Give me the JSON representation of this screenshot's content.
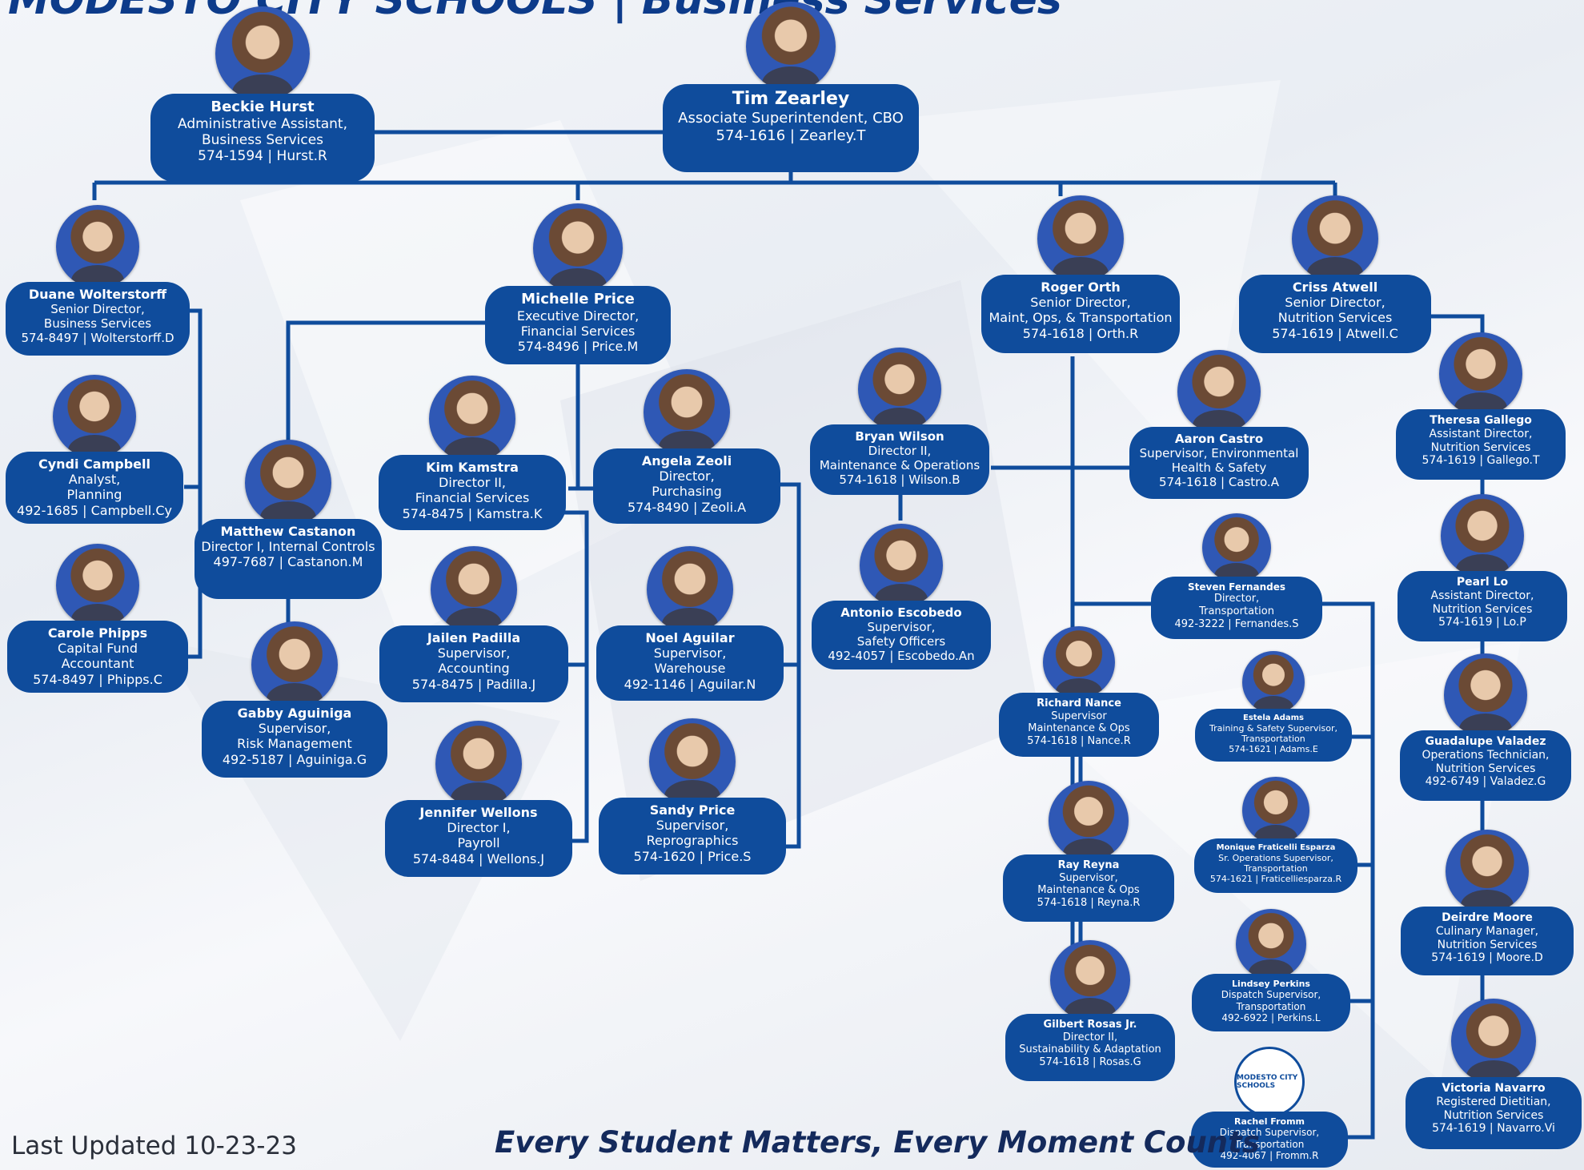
{
  "page": {
    "title": "MODESTO CITY SCHOOLS | Business Services",
    "footer_updated": "Last Updated 10-23-23",
    "tagline": "Every Student Matters, Every Moment Counts",
    "logo_text": "MODESTO CITY SCHOOLS"
  },
  "colors": {
    "node": "#0f4c9c",
    "line": "#0f4c9c",
    "text": "#ffffff"
  },
  "people": [
    {
      "id": "hurst",
      "name": "Beckie Hurst",
      "lines": [
        "Administrative Assistant,",
        "Business Services",
        "574-1594 | Hurst.R"
      ]
    },
    {
      "id": "zearley",
      "name": "Tim Zearley",
      "lines": [
        "Associate Superintendent, CBO",
        "574-1616 | Zearley.T"
      ]
    },
    {
      "id": "wolterstorff",
      "name": "Duane Wolterstorff",
      "lines": [
        "Senior Director,",
        "Business Services",
        "574-8497 | Wolterstorff.D"
      ]
    },
    {
      "id": "campbell",
      "name": "Cyndi Campbell",
      "lines": [
        "Analyst,",
        "Planning",
        "492-1685 | Campbell.Cy"
      ]
    },
    {
      "id": "phipps",
      "name": "Carole Phipps",
      "lines": [
        "Capital Fund",
        "Accountant",
        "574-8497 | Phipps.C"
      ]
    },
    {
      "id": "mprice",
      "name": "Michelle Price",
      "lines": [
        "Executive Director,",
        "Financial Services",
        "574-8496 | Price.M"
      ]
    },
    {
      "id": "castanon",
      "name": "Matthew Castanon",
      "lines": [
        "Director I, Internal Controls",
        "497-7687 | Castanon.M"
      ]
    },
    {
      "id": "aguiniga",
      "name": "Gabby Aguiniga",
      "lines": [
        "Supervisor,",
        "Risk Management",
        "492-5187 | Aguiniga.G"
      ]
    },
    {
      "id": "kamstra",
      "name": "Kim Kamstra",
      "lines": [
        "Director II,",
        "Financial Services",
        "574-8475 | Kamstra.K"
      ]
    },
    {
      "id": "padilla",
      "name": "Jailen Padilla",
      "lines": [
        "Supervisor,",
        "Accounting",
        "574-8475 | Padilla.J"
      ]
    },
    {
      "id": "wellons",
      "name": "Jennifer Wellons",
      "lines": [
        "Director I,",
        "Payroll",
        "574-8484 | Wellons.J"
      ]
    },
    {
      "id": "zeoli",
      "name": "Angela Zeoli",
      "lines": [
        "Director,",
        "Purchasing",
        "574-8490 | Zeoli.A"
      ]
    },
    {
      "id": "aguilar",
      "name": "Noel Aguilar",
      "lines": [
        "Supervisor,",
        "Warehouse",
        "492-1146 | Aguilar.N"
      ]
    },
    {
      "id": "sprice",
      "name": "Sandy Price",
      "lines": [
        "Supervisor,",
        "Reprographics",
        "574-1620 | Price.S"
      ]
    },
    {
      "id": "orth",
      "name": "Roger Orth",
      "lines": [
        "Senior Director,",
        "Maint, Ops, & Transportation",
        "574-1618 | Orth.R"
      ]
    },
    {
      "id": "wilson",
      "name": "Bryan Wilson",
      "lines": [
        "Director II,",
        "Maintenance & Operations",
        "574-1618 | Wilson.B"
      ]
    },
    {
      "id": "escobedo",
      "name": "Antonio Escobedo",
      "lines": [
        "Supervisor,",
        "Safety Officers",
        "492-4057 | Escobedo.An"
      ]
    },
    {
      "id": "castro",
      "name": "Aaron Castro",
      "lines": [
        "Supervisor, Environmental",
        "Health & Safety",
        "574-1618 | Castro.A"
      ]
    },
    {
      "id": "nance",
      "name": "Richard Nance",
      "lines": [
        "Supervisor",
        "Maintenance & Ops",
        "574-1618 | Nance.R"
      ]
    },
    {
      "id": "reyna",
      "name": "Ray Reyna",
      "lines": [
        "Supervisor,",
        "Maintenance & Ops",
        "574-1618 | Reyna.R"
      ]
    },
    {
      "id": "rosas",
      "name": "Gilbert Rosas Jr.",
      "lines": [
        "Director II,",
        "Sustainability & Adaptation",
        "574-1618 | Rosas.G"
      ]
    },
    {
      "id": "fernandes",
      "name": "Steven Fernandes",
      "lines": [
        "Director,",
        "Transportation",
        "492-3222 | Fernandes.S"
      ]
    },
    {
      "id": "adams",
      "name": "Estela Adams",
      "lines": [
        "Training & Safety Supervisor,",
        "Transportation",
        "574-1621 | Adams.E"
      ]
    },
    {
      "id": "esparza",
      "name": "Monique Fraticelli Esparza",
      "lines": [
        "Sr. Operations Supervisor,",
        "Transportation",
        "574-1621 | Fraticelliesparza.R"
      ]
    },
    {
      "id": "perkins",
      "name": "Lindsey Perkins",
      "lines": [
        "Dispatch Supervisor,",
        "Transportation",
        "492-6922 | Perkins.L"
      ]
    },
    {
      "id": "fromm",
      "name": "Rachel Fromm",
      "lines": [
        "Dispatch Supervisor,",
        "Transportation",
        "492-4067 | Fromm.R"
      ]
    },
    {
      "id": "atwell",
      "name": "Criss Atwell",
      "lines": [
        "Senior Director,",
        "Nutrition Services",
        "574-1619 | Atwell.C"
      ]
    },
    {
      "id": "gallego",
      "name": "Theresa Gallego",
      "lines": [
        "Assistant Director,",
        "Nutrition Services",
        "574-1619 | Gallego.T"
      ]
    },
    {
      "id": "lo",
      "name": "Pearl Lo",
      "lines": [
        "Assistant Director,",
        "Nutrition Services",
        "574-1619 | Lo.P"
      ]
    },
    {
      "id": "valadez",
      "name": "Guadalupe Valadez",
      "lines": [
        "Operations Technician,",
        "Nutrition Services",
        "492-6749 | Valadez.G"
      ]
    },
    {
      "id": "moore",
      "name": "Deirdre Moore",
      "lines": [
        "Culinary Manager,",
        "Nutrition Services",
        "574-1619 | Moore.D"
      ]
    },
    {
      "id": "navarro",
      "name": "Victoria Navarro",
      "lines": [
        "Registered Dietitian,",
        "Nutrition Services",
        "574-1619 | Navarro.Vi"
      ]
    }
  ]
}
